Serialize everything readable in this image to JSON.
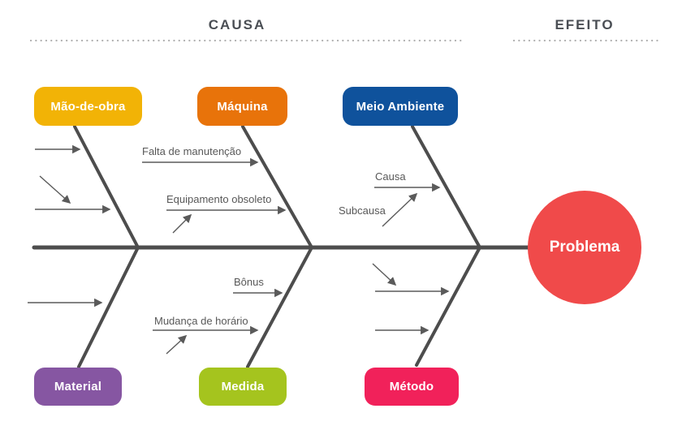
{
  "header": {
    "causa_label": "CAUSA",
    "efeito_label": "EFEITO"
  },
  "effect": {
    "label": "Problema",
    "color": "#F04A4A"
  },
  "categories": [
    {
      "id": "mao-de-obra",
      "label": "Mão-de-obra",
      "color": "#F2B306",
      "position": "top"
    },
    {
      "id": "maquina",
      "label": "Máquina",
      "color": "#E8730A",
      "position": "top"
    },
    {
      "id": "meio-ambiente",
      "label": "Meio Ambiente",
      "color": "#0F529C",
      "position": "top"
    },
    {
      "id": "material",
      "label": "Material",
      "color": "#8656A2",
      "position": "bottom"
    },
    {
      "id": "medida",
      "label": "Medida",
      "color": "#A5C41E",
      "position": "bottom"
    },
    {
      "id": "metodo",
      "label": "Método",
      "color": "#F1215A",
      "position": "bottom"
    }
  ],
  "annotations": {
    "falta": "Falta de manutenção",
    "equipamento": "Equipamento obsoleto",
    "causa": "Causa",
    "subcausa": "Subcausa",
    "bonus": "Bônus",
    "mudanca": "Mudança de horário"
  },
  "colors": {
    "spine": "#4D4D4D",
    "arrows": "#5A5A5A",
    "header_text": "#4A4E54",
    "note_text": "#585858",
    "dotted_line": "#B0B0B0",
    "background": "#FFFFFF"
  }
}
